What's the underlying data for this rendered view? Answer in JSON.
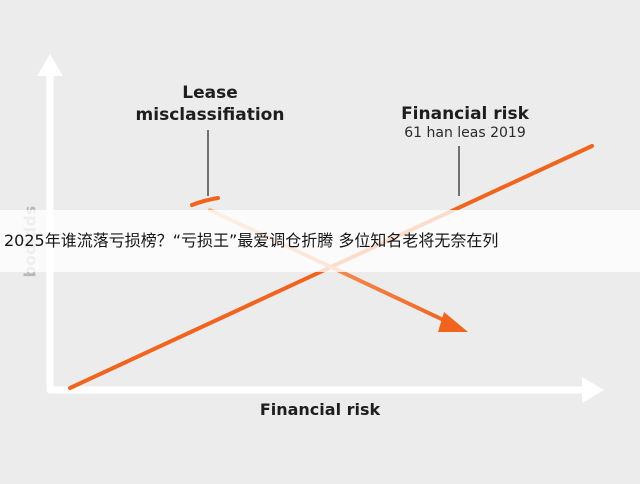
{
  "diagram": {
    "x_axis_label": "Financial risk",
    "y_axis_label": "bodidds",
    "annotations": {
      "lease": {
        "line1": "Lease",
        "line2": "misclassifiation"
      },
      "financial_risk": {
        "title": "Financial risk",
        "subtitle": "61 han leas 2019"
      }
    },
    "colors": {
      "axis": "#ffffff",
      "rising_line": "#f0641e",
      "falling_arrow": "#f0641e",
      "falling_arrow_tail": "#f7b48a",
      "leader_line": "#707070",
      "text": "#1e1e1e"
    }
  },
  "overlay": {
    "caption": "2025年谁流落亏损榜？“亏损王”最爱调仓折腾 多位知名老将无奈在列"
  }
}
